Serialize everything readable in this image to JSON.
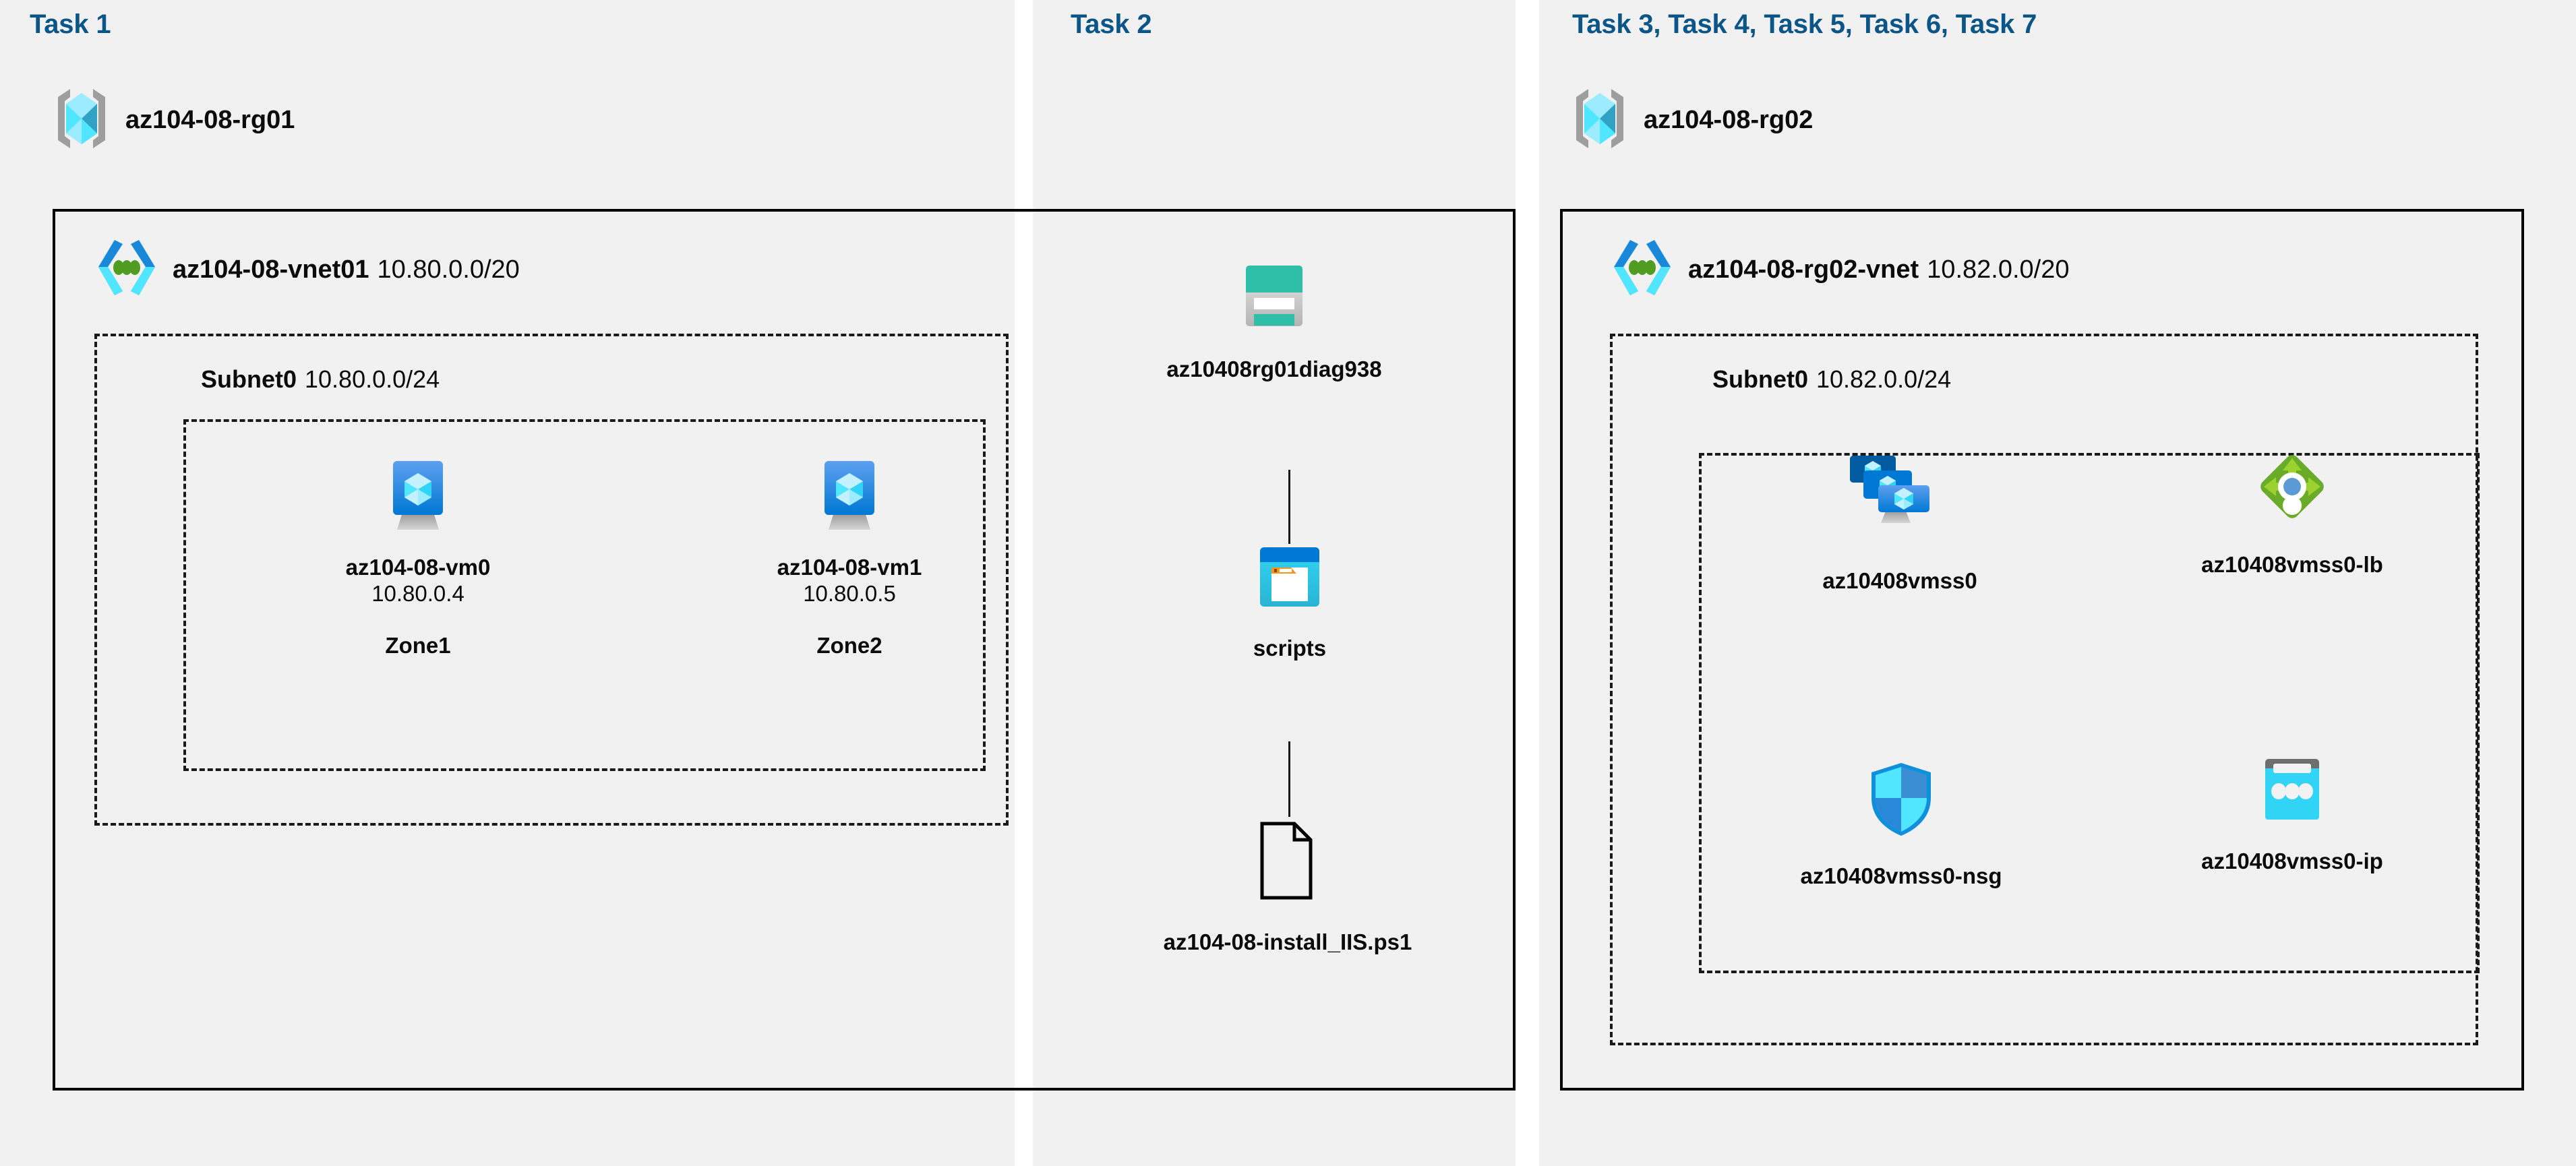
{
  "panels": [
    {
      "id": "task1",
      "title": "Task 1"
    },
    {
      "id": "task2",
      "title": "Task 2"
    },
    {
      "id": "task3",
      "title": "Task 3, Task 4, Task 5, Task 6, Task 7"
    }
  ],
  "colors": {
    "task_title": "#0c5687",
    "panel_bg": "#f1f1f1",
    "page_bg": "#ffffff",
    "border": "#000000",
    "vm_blue": "#0078d4",
    "vm_blue_dark": "#005ba1",
    "cube_cyan": "#50e6ff",
    "storage_teal": "#2fbfa8",
    "storage_teal_dark": "#1e8275",
    "blob_blue": "#0078d4",
    "blob_cyan": "#32d4f5",
    "folder_orange": "#f7941e",
    "lb_green": "#6aab29",
    "lb_green_light": "#9bd230",
    "lb_dot_blue": "#5b9bd5",
    "nsg_cyan": "#50e6ff",
    "nsg_blue": "#3a8fd4",
    "ip_gray": "#6e6e6e",
    "ip_cyan": "#32d4f5",
    "vnet_chevron_blue": "#1988d9",
    "vnet_chevron_cyan": "#50e6ff",
    "vnet_dot_green": "#4f9c20",
    "rg_bracket_gray": "#9e9e9e"
  },
  "task1": {
    "resource_group": {
      "label": "az104-08-rg01",
      "icon": "resource-group-icon"
    },
    "vnet": {
      "name": "az104-08-vnet01",
      "cidr": "10.80.0.0/20",
      "icon": "virtual-network-icon"
    },
    "subnet": {
      "name": "Subnet0",
      "cidr": "10.80.0.0/24"
    },
    "vms": [
      {
        "name": "az104-08-vm0",
        "ip": "10.80.0.4",
        "zone": "Zone1",
        "icon": "virtual-machine-icon"
      },
      {
        "name": "az104-08-vm1",
        "ip": "10.80.0.5",
        "zone": "Zone2",
        "icon": "virtual-machine-icon"
      }
    ]
  },
  "task2": {
    "storage_account": {
      "label": "az10408rg01diag938",
      "icon": "storage-account-icon"
    },
    "container": {
      "label": "scripts",
      "icon": "blob-container-icon"
    },
    "file": {
      "label": "az104-08-install_IIS.ps1",
      "icon": "file-icon"
    }
  },
  "task3": {
    "resource_group": {
      "label": "az104-08-rg02",
      "icon": "resource-group-icon"
    },
    "vnet": {
      "name": "az104-08-rg02-vnet",
      "cidr": "10.82.0.0/20",
      "icon": "virtual-network-icon"
    },
    "subnet": {
      "name": "Subnet0",
      "cidr": "10.82.0.0/24"
    },
    "resources": [
      {
        "label": "az10408vmss0",
        "icon": "vm-scale-set-icon"
      },
      {
        "label": "az10408vmss0-lb",
        "icon": "load-balancer-icon"
      },
      {
        "label": "az10408vmss0-nsg",
        "icon": "network-security-group-icon"
      },
      {
        "label": "az10408vmss0-ip",
        "icon": "public-ip-address-icon"
      }
    ]
  }
}
